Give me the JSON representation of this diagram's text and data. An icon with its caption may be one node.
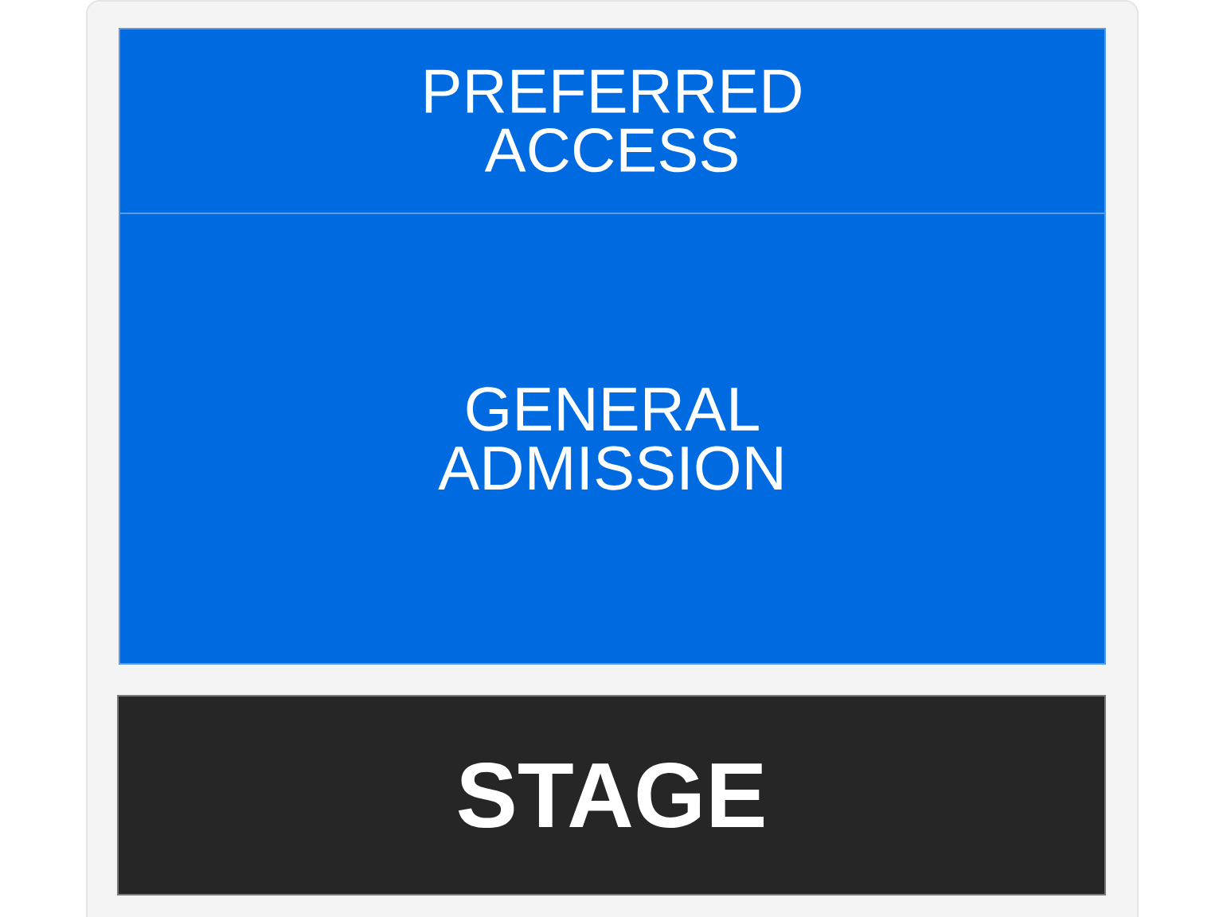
{
  "diagram": {
    "nodes": [
      {
        "text": [
          "PREFERRED ACCESS"
        ]
      },
      {
        "text": [
          "GENERAL ADMISSION"
        ]
      },
      {
        "text": [
          "STAGE"
        ]
      }
    ]
  }
}
